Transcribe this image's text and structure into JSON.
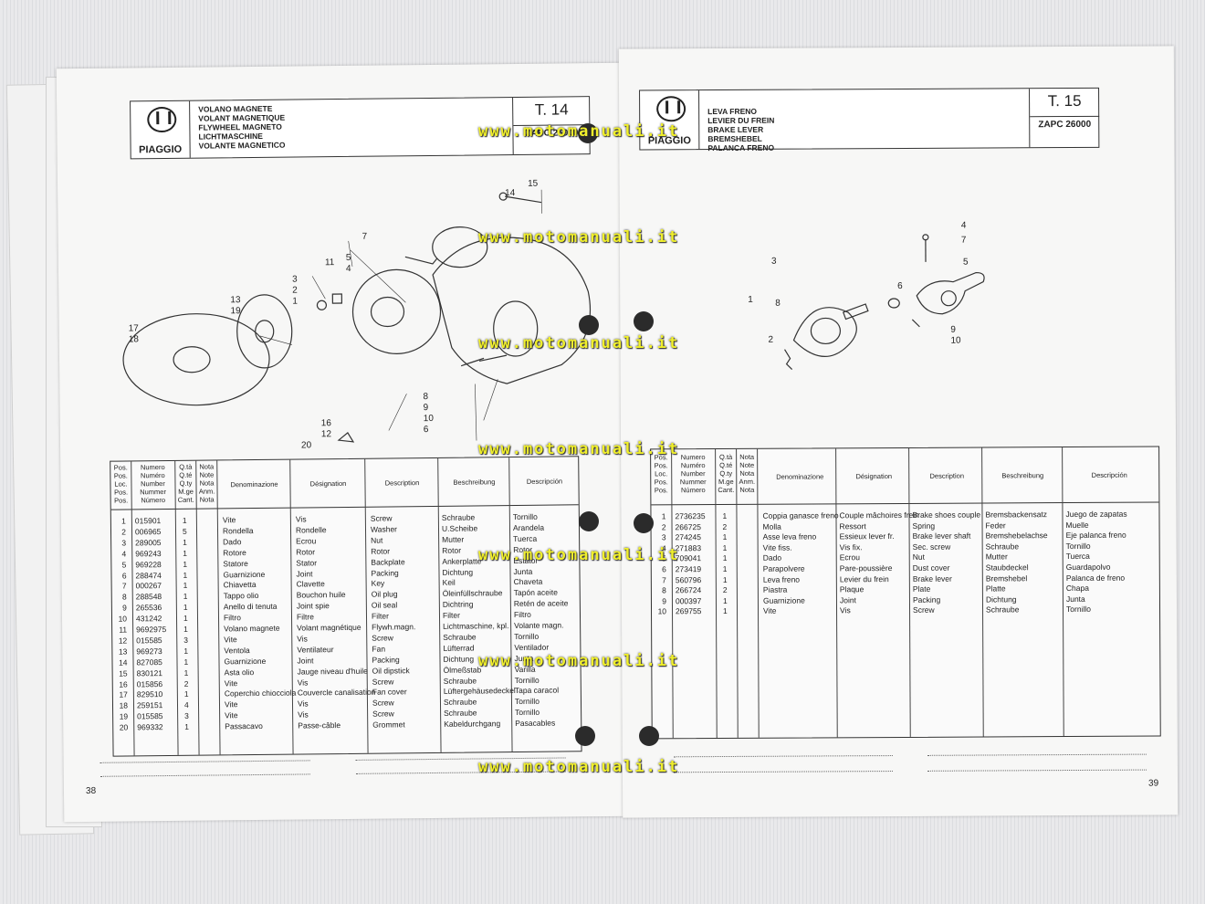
{
  "watermark": "www.motomanuali.it",
  "left": {
    "brand": "PIAGGIO",
    "titles": [
      "VOLANO MAGNETE",
      "VOLANT MAGNETIQUE",
      "FLYWHEEL MAGNETO",
      "LICHTMASCHINE",
      "VOLANTE MAGNETICO"
    ],
    "table_no": "T. 14",
    "code": "ZAPC 26000",
    "page_number": "38",
    "callouts": [
      "15",
      "14",
      "7",
      "11",
      "5",
      "4",
      "3",
      "2",
      "1",
      "13",
      "19",
      "17",
      "18",
      "8",
      "9",
      "10",
      "6",
      "16",
      "12",
      "20"
    ],
    "headers": {
      "pos": "Pos. Pos. Loc. Pos. Pos.",
      "numero": "Numero Numéro Number Nummer Número",
      "qty": "Q.tà Q.té Q.ty M.ge Cant.",
      "nota": "Nota Note Nota Anm. Nota",
      "it": "Denominazione",
      "fr": "Désignation",
      "en": "Description",
      "de": "Beschreibung",
      "es": "Descripción"
    },
    "rows": [
      [
        "1",
        "015901",
        "1",
        "Vite",
        "Vis",
        "Screw",
        "Schraube",
        "Tornillo"
      ],
      [
        "2",
        "006965",
        "5",
        "Rondella",
        "Rondelle",
        "Washer",
        "U.Scheibe",
        "Arandela"
      ],
      [
        "3",
        "289005",
        "1",
        "Dado",
        "Ecrou",
        "Nut",
        "Mutter",
        "Tuerca"
      ],
      [
        "4",
        "969243",
        "1",
        "Rotore",
        "Rotor",
        "Rotor",
        "Rotor",
        "Rotor"
      ],
      [
        "5",
        "969228",
        "1",
        "Statore",
        "Stator",
        "Backplate",
        "Ankerplatte",
        "Estator"
      ],
      [
        "6",
        "288474",
        "1",
        "Guarnizione",
        "Joint",
        "Packing",
        "Dichtung",
        "Junta"
      ],
      [
        "7",
        "000267",
        "1",
        "Chiavetta",
        "Clavette",
        "Key",
        "Keil",
        "Chaveta"
      ],
      [
        "8",
        "288548",
        "1",
        "Tappo olio",
        "Bouchon huile",
        "Oil plug",
        "Öleinfüllschraube",
        "Tapón aceite"
      ],
      [
        "9",
        "265536",
        "1",
        "Anello di tenuta",
        "Joint spie",
        "Oil seal",
        "Dichtring",
        "Retén de aceite"
      ],
      [
        "10",
        "431242",
        "1",
        "Filtro",
        "Filtre",
        "Filter",
        "Filter",
        "Filtro"
      ],
      [
        "11",
        "9692975",
        "1",
        "Volano magnete",
        "Volant magnétique",
        "Flywh.magn.",
        "Lichtmaschine, kpl.",
        "Volante magn."
      ],
      [
        "12",
        "015585",
        "3",
        "Vite",
        "Vis",
        "Screw",
        "Schraube",
        "Tornillo"
      ],
      [
        "13",
        "969273",
        "1",
        "Ventola",
        "Ventilateur",
        "Fan",
        "Lüfterrad",
        "Ventilador"
      ],
      [
        "14",
        "827085",
        "1",
        "Guarnizione",
        "Joint",
        "Packing",
        "Dichtung",
        "Junta"
      ],
      [
        "15",
        "830121",
        "1",
        "Asta olio",
        "Jauge niveau d'huile",
        "Oil dipstick",
        "Ölmeßstab",
        "Varilla"
      ],
      [
        "16",
        "015856",
        "2",
        "Vite",
        "Vis",
        "Screw",
        "Schraube",
        "Tornillo"
      ],
      [
        "17",
        "829510",
        "1",
        "Coperchio chiocciola",
        "Couvercle canalisation",
        "Fan cover",
        "Lüftergehäusedeckel",
        "Tapa caracol"
      ],
      [
        "18",
        "259151",
        "4",
        "Vite",
        "Vis",
        "Screw",
        "Schraube",
        "Tornillo"
      ],
      [
        "19",
        "015585",
        "3",
        "Vite",
        "Vis",
        "Screw",
        "Schraube",
        "Tornillo"
      ],
      [
        "20",
        "969332",
        "1",
        "Passacavo",
        "Passe-câble",
        "Grommet",
        "Kabeldurchgang",
        "Pasacables"
      ]
    ]
  },
  "right": {
    "brand": "PIAGGIO",
    "titles": [
      "LEVA FRENO",
      "LEVIER DU FREIN",
      "BRAKE LEVER",
      "BREMSHEBEL",
      "PALANCA FRENO"
    ],
    "table_no": "T. 15",
    "code": "ZAPC 26000",
    "page_number": "39",
    "callouts": [
      "4",
      "7",
      "3",
      "5",
      "6",
      "1",
      "8",
      "9",
      "10",
      "2"
    ],
    "headers": {
      "pos": "Pos. Pos. Loc. Pos. Pos.",
      "numero": "Numero Numéro Number Nummer Número",
      "qty": "Q.tà Q.té Q.ty M.ge Cant.",
      "nota": "Nota Note Nota Anm. Nota",
      "it": "Denominazione",
      "fr": "Désignation",
      "en": "Description",
      "de": "Beschreibung",
      "es": "Descripción"
    },
    "rows": [
      [
        "1",
        "2736235",
        "1",
        "Coppia ganasce freno",
        "Couple mâchoires frein",
        "Brake shoes couple",
        "Bremsbackensatz",
        "Juego de zapatas"
      ],
      [
        "2",
        "266725",
        "2",
        "Molla",
        "Ressort",
        "Spring",
        "Feder",
        "Muelle"
      ],
      [
        "3",
        "274245",
        "1",
        "Asse leva freno",
        "Essieux lever fr.",
        "Brake lever shaft",
        "Bremshebelachse",
        "Eje palanca freno"
      ],
      [
        "4",
        "271883",
        "1",
        "Vite fiss.",
        "Vis fix.",
        "Sec. screw",
        "Schraube",
        "Tornillo"
      ],
      [
        "5",
        "709041",
        "1",
        "Dado",
        "Ecrou",
        "Nut",
        "Mutter",
        "Tuerca"
      ],
      [
        "6",
        "273419",
        "1",
        "Parapolvere",
        "Pare-poussière",
        "Dust cover",
        "Staubdeckel",
        "Guardapolvo"
      ],
      [
        "7",
        "560796",
        "1",
        "Leva freno",
        "Levier du frein",
        "Brake lever",
        "Bremshebel",
        "Palanca de freno"
      ],
      [
        "8",
        "266724",
        "2",
        "Piastra",
        "Plaque",
        "Plate",
        "Platte",
        "Chapa"
      ],
      [
        "9",
        "000397",
        "1",
        "Guarnizione",
        "Joint",
        "Packing",
        "Dichtung",
        "Junta"
      ],
      [
        "10",
        "269755",
        "1",
        "Vite",
        "Vis",
        "Screw",
        "Schraube",
        "Tornillo"
      ]
    ]
  }
}
